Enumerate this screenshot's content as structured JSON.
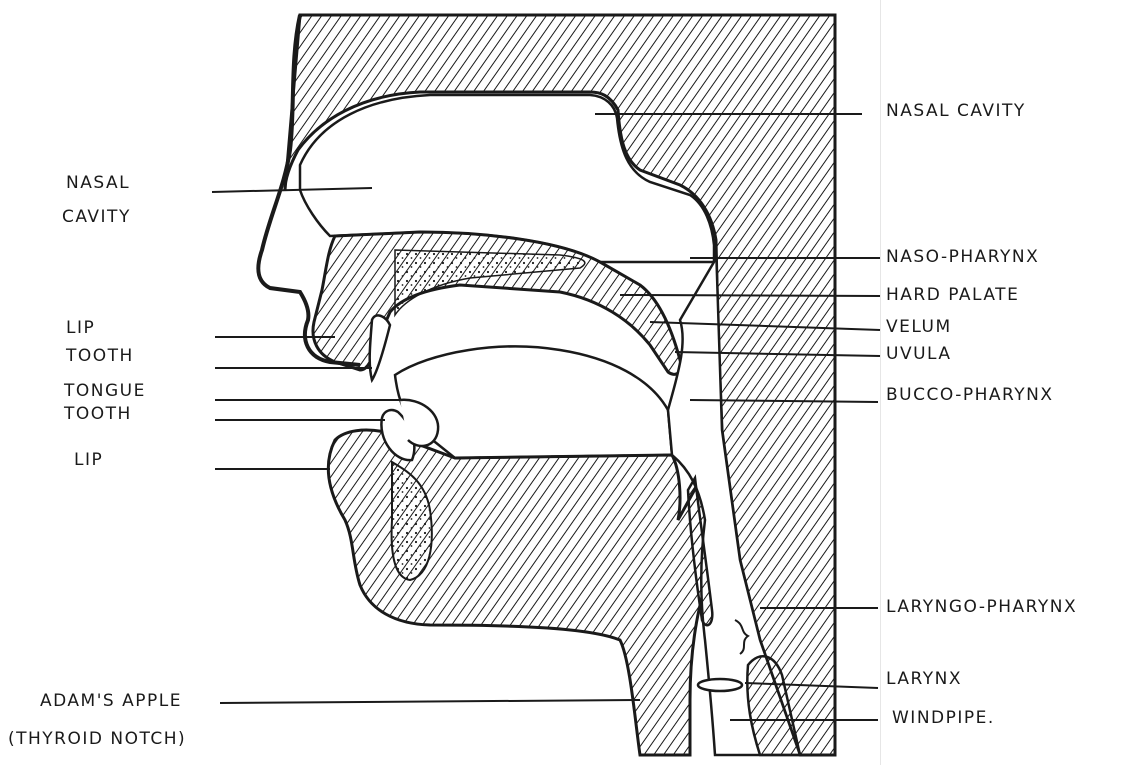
{
  "labels": {
    "nasal_cavity_right": "NASAL CAVITY",
    "nasal_cavity_left_1": "NASAL",
    "nasal_cavity_left_2": "CAVITY",
    "naso_pharynx": "NASO-PHARYNX",
    "hard_palate": "HARD PALATE",
    "velum": "VELUM",
    "uvula": "UVULA",
    "bucco_pharynx": "BUCCO-PHARYNX",
    "lip_upper": "LIP",
    "tooth_upper": "TOOTH",
    "tongue": "TONGUE",
    "tooth_lower": "TOOTH",
    "lip_lower": "LIP",
    "laryngo_pharynx": "LARYNGO-PHARYNX",
    "larynx": "LARYNX",
    "windpipe": "WINDPIPE.",
    "adams_apple_1": "ADAM'S APPLE",
    "adams_apple_2": "(THYROID NOTCH)"
  },
  "colors": {
    "ink": "#1a1a1a",
    "background": "#ffffff"
  }
}
